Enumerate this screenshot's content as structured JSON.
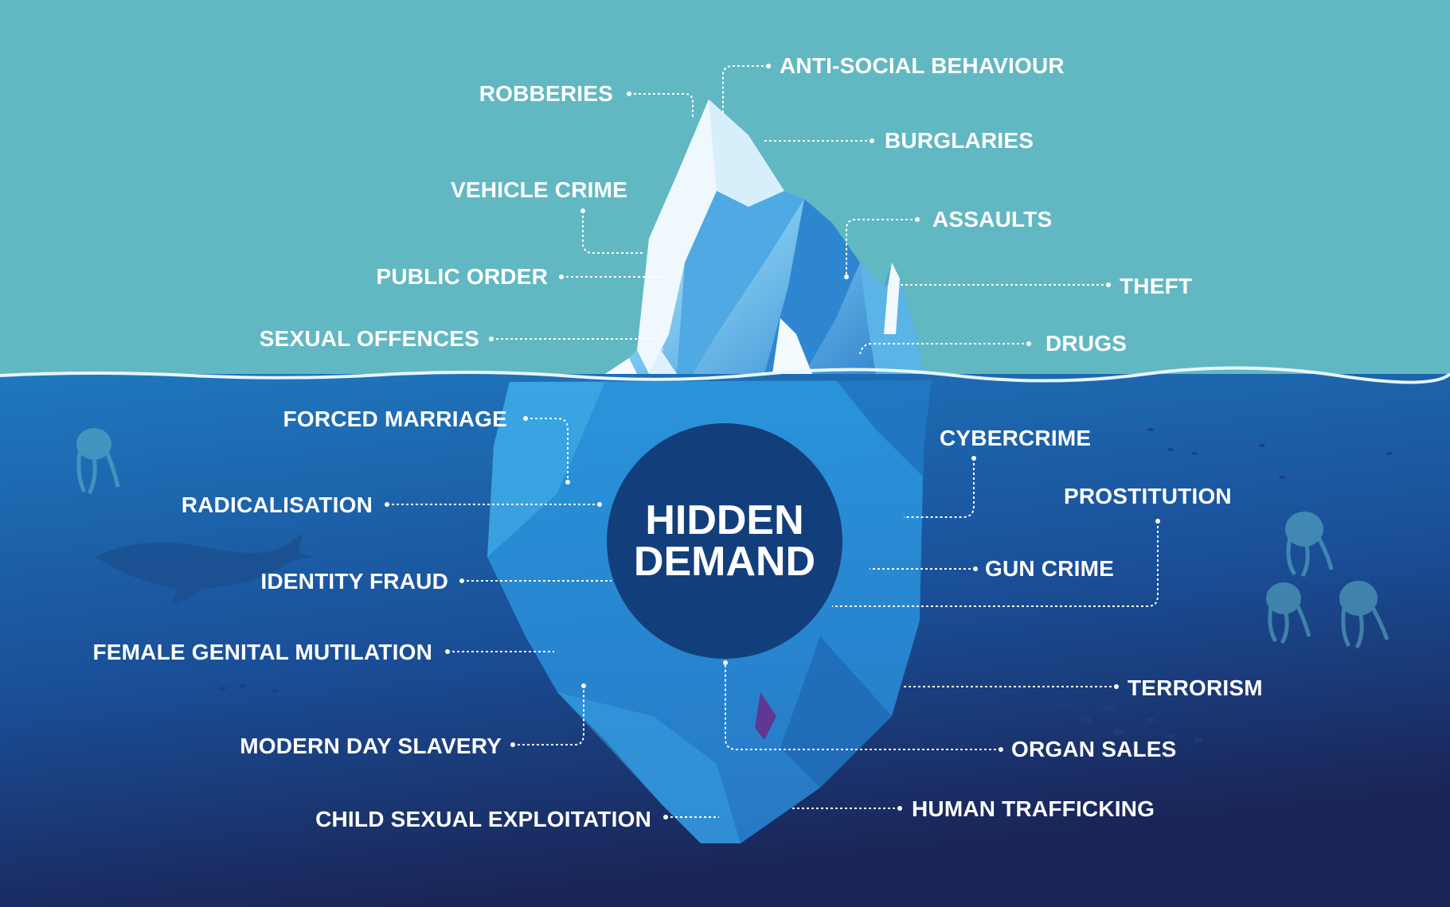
{
  "colors": {
    "sky": "#62b8c2",
    "sea_top": "#1f78bf",
    "sea_bottom": "#152a5e",
    "center_circle": "#123f7c",
    "ice_light": "#e9f6fc",
    "ice_mid": "#5fb6e6",
    "ice_dark": "#1f6fbf",
    "leader_line": "#ffffff"
  },
  "center": {
    "line1": "HIDDEN",
    "line2": "DEMAND"
  },
  "above_water": {
    "left": [
      "ROBBERIES",
      "VEHICLE CRIME",
      "PUBLIC ORDER",
      "SEXUAL OFFENCES"
    ],
    "right": [
      "ANTI-SOCIAL BEHAVIOUR",
      "BURGLARIES",
      "ASSAULTS",
      "THEFT",
      "DRUGS"
    ]
  },
  "below_water": {
    "left": [
      "FORCED MARRIAGE",
      "RADICALISATION",
      "IDENTITY FRAUD",
      "FEMALE GENITAL MUTILATION",
      "MODERN DAY SLAVERY",
      "CHILD SEXUAL EXPLOITATION"
    ],
    "right": [
      "CYBERCRIME",
      "PROSTITUTION",
      "GUN CRIME",
      "TERRORISM",
      "ORGAN SALES",
      "HUMAN TRAFFICKING"
    ]
  },
  "decorations": [
    "jellyfish-icon",
    "whale-icon",
    "fish-school-icon"
  ]
}
